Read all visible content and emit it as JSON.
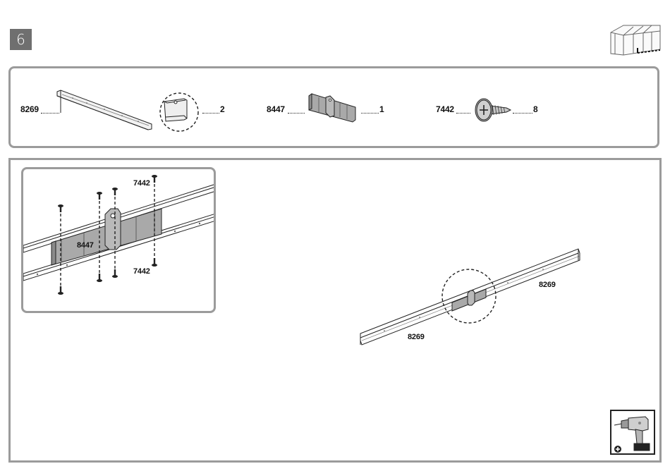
{
  "step": {
    "number": "6"
  },
  "icons": {
    "shed": "shed-outline-icon",
    "drill": "power-drill-icon",
    "plus": "plus-circle-icon"
  },
  "parts": [
    {
      "code": "8269",
      "qty": "2",
      "shape": "rail-channel"
    },
    {
      "code": "8447",
      "qty": "1",
      "shape": "connector-plate"
    },
    {
      "code": "7442",
      "qty": "8",
      "shape": "screw"
    }
  ],
  "detail": {
    "connector_label": "8447",
    "screw_label_top": "7442",
    "screw_label_bottom": "7442"
  },
  "assembly": {
    "rail_label_right": "8269",
    "rail_label_left": "8269"
  },
  "colors": {
    "border": "#9b9b9b",
    "step_bg": "#6f6f6f",
    "part_fill": "#a9a9a9"
  }
}
